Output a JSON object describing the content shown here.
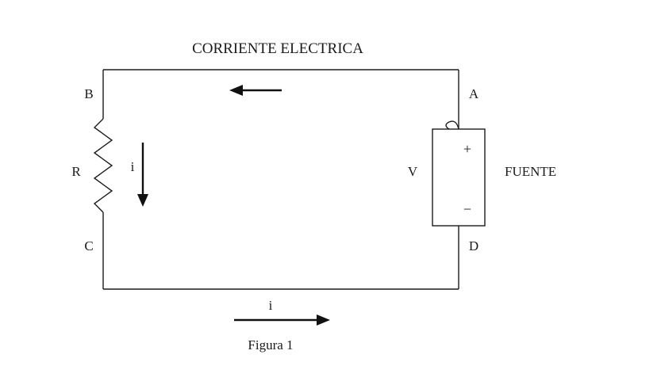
{
  "diagram": {
    "title": "CORRIENTE ELECTRICA",
    "caption": "Figura 1",
    "nodes": {
      "a": "A",
      "b": "B",
      "c": "C",
      "d": "D"
    },
    "components": {
      "resistor_label": "R",
      "source_label": "V",
      "source_name": "FUENTE",
      "battery_plus": "+",
      "battery_minus": "−"
    },
    "currents": {
      "resistor_current": "i",
      "bottom_current": "i"
    }
  }
}
